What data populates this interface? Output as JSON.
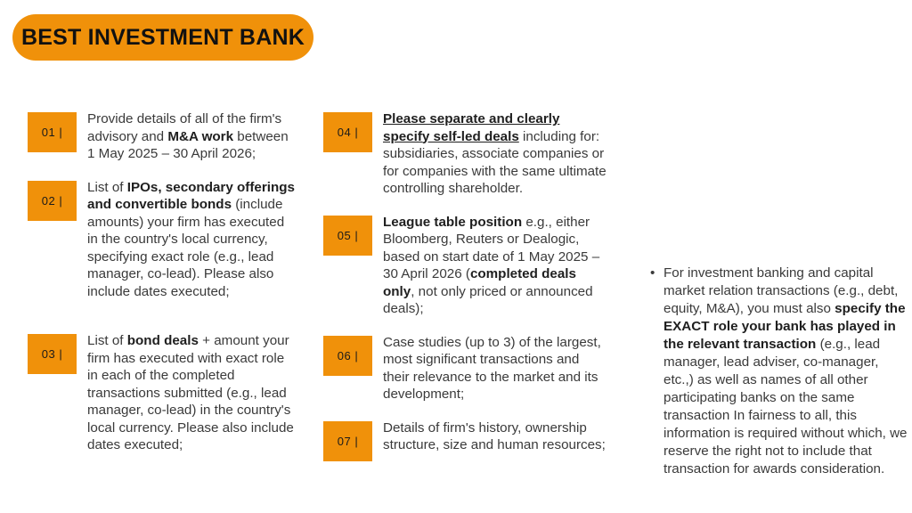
{
  "header": {
    "title": "BEST INVESTMENT BANK",
    "pill_color": "#F0910A",
    "title_color": "#111111"
  },
  "theme": {
    "accent": "#F0910A",
    "body_text": "#3a3a3a",
    "strong_text": "#1f1f1f",
    "background": "#ffffff"
  },
  "columns": [
    {
      "id": "column-1",
      "items": [
        {
          "badge": "01 |",
          "segments": [
            {
              "text": "Provide details of all of the firm's advisory and ",
              "style": "normal"
            },
            {
              "text": "M&A work",
              "style": "bold"
            },
            {
              "text": " between 1 May 2025 – 30 April 2026;",
              "style": "normal"
            }
          ]
        },
        {
          "badge": "02 |",
          "segments": [
            {
              "text": "List of ",
              "style": "normal"
            },
            {
              "text": "IPOs, secondary offerings and convertible bonds",
              "style": "bold"
            },
            {
              "text": " (include amounts) your firm has executed in the country's local currency, specifying exact role (e.g., lead manager, co-lead). Please also include dates executed;",
              "style": "normal"
            }
          ]
        },
        {
          "badge": "03 |",
          "segments": [
            {
              "text": "List of ",
              "style": "normal"
            },
            {
              "text": "bond deals",
              "style": "bold"
            },
            {
              "text": " + amount your firm has executed with exact role in each of the completed transactions submitted (e.g., lead manager, co-lead) in the country's local currency. Please also include dates executed;",
              "style": "normal"
            }
          ]
        }
      ]
    },
    {
      "id": "column-2",
      "items": [
        {
          "badge": "04 |",
          "segments": [
            {
              "text": "Please separate and clearly specify self-led deals",
              "style": "bold-underline"
            },
            {
              "text": " including for: subsidiaries, associate companies or for companies with the same ultimate controlling shareholder.",
              "style": "normal"
            }
          ]
        },
        {
          "badge": "05 |",
          "segments": [
            {
              "text": "League table position",
              "style": "bold"
            },
            {
              "text": " e.g., either Bloomberg, Reuters or Dealogic, based on start date of 1 May 2025 – 30 April 2026 (",
              "style": "normal"
            },
            {
              "text": "completed deals only",
              "style": "bold"
            },
            {
              "text": ", not only priced or announced deals);",
              "style": "normal"
            }
          ]
        },
        {
          "badge": "06 |",
          "segments": [
            {
              "text": "Case studies (up to 3) of the largest, most significant transactions and their relevance to the market and its development;",
              "style": "normal"
            }
          ]
        },
        {
          "badge": "07 |",
          "segments": [
            {
              "text": "Details of firm's history, ownership structure, size and human resources;",
              "style": "normal"
            }
          ]
        }
      ]
    }
  ],
  "notes": {
    "bullet_marker": "•",
    "items": [
      {
        "segments": [
          {
            "text": "For investment banking and capital market relation transactions (e.g., debt, equity, M&A), you must also ",
            "style": "normal"
          },
          {
            "text": "specify the EXACT role your bank has played in the relevant transaction",
            "style": "bold"
          },
          {
            "text": " (e.g., lead manager, lead adviser, co-manager, etc.,) as well as names of all other participating banks on the same transaction In fairness to all, this information is required without which, we reserve the right not to include that transaction for awards consideration.",
            "style": "normal"
          }
        ]
      }
    ]
  }
}
